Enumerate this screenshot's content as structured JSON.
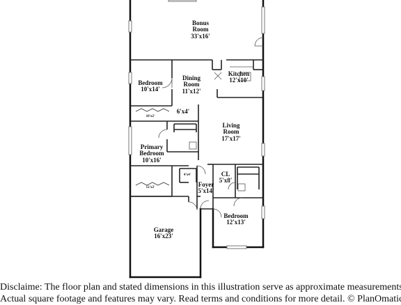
{
  "rooms": {
    "bonus": {
      "name": "Bonus",
      "name2": "Room",
      "size": "33'x16'"
    },
    "bedroom_upper": {
      "name": "Bedroom",
      "size": "10'x14'"
    },
    "dining": {
      "name": "Dining",
      "name2": "Room",
      "size": "11'x12'"
    },
    "kitchen": {
      "name": "Kitchen",
      "size": "12'x10'"
    },
    "hall": {
      "size": "6'x4'"
    },
    "closet_upper": {
      "size": "10'x2'"
    },
    "living": {
      "name": "Living",
      "name2": "Room",
      "size": "17'x17'"
    },
    "primary": {
      "name": "Primary",
      "name2": "Bedroom",
      "size": "10'x16'"
    },
    "entry": {
      "size": "4'x4'"
    },
    "closet_lower": {
      "size": "12'x2'"
    },
    "foyer": {
      "name": "Foyer",
      "size": "5'x14'"
    },
    "cl": {
      "name": "CL",
      "size": "5'x8'"
    },
    "garage": {
      "name": "Garage",
      "size": "16'x23'"
    },
    "bedroom_lower": {
      "name": "Bedroom",
      "size": "12'x13'"
    }
  },
  "disclaimer": {
    "line1": "Disclaime: The floor plan and stated dimensions in this illustration serve as approximate measurements.",
    "line2": "Actual square footage and features may vary. Read terms and conditions for more detail. © PlanOmatic"
  }
}
